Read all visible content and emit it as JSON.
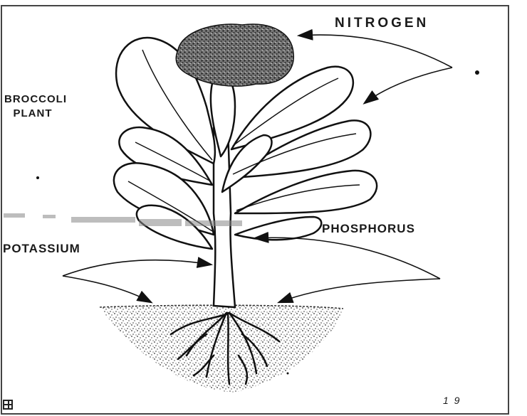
{
  "labels": {
    "nitrogen": "NITROGEN",
    "broccoli_line1": "BROCCOLI",
    "broccoli_line2": "PLANT",
    "phosphorus": "PHOSPHORUS",
    "potassium": "POTASSIUM",
    "page_number": "1 9"
  },
  "icons": {
    "corner_mark": "registration-mark-icon"
  },
  "colors": {
    "ink": "#1a1a1a",
    "paper": "#ffffff"
  }
}
